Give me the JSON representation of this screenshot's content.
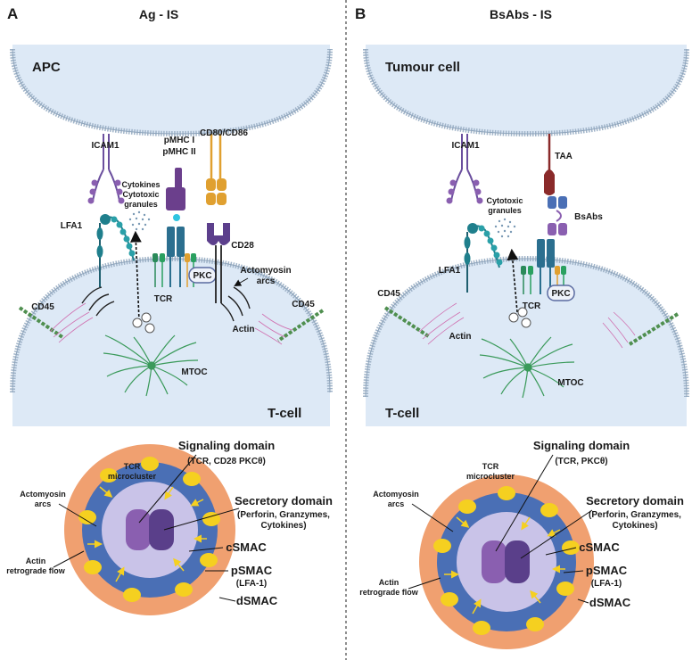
{
  "colors": {
    "cell_fill": "#dde9f6",
    "membrane": "#9fb3c8",
    "dsmac": "#f0a070",
    "psmac": "#4a6fb5",
    "csmac": "#c9c3e8",
    "signal_left": "#8a5fb0",
    "signal_right": "#5a3f8a",
    "microcluster": "#f5d020",
    "icam": "#6b4f9e",
    "lfa": "#1f7f8c",
    "cd80": "#e0a030",
    "cd28": "#5c3f8c",
    "cd45": "#4f8f4f",
    "mhc": "#6b3f8c",
    "tcr": "#2b6f8f"
  },
  "panelA": {
    "letter": "A",
    "title": "Ag - IS",
    "top_cell": "APC",
    "bottom_cell": "T-cell",
    "labels": {
      "icam1": "ICAM1",
      "pmhc1": "pMHC I",
      "pmhc2": "pMHC II",
      "cd80": "CD80/CD86",
      "cytokines1": "Cytokines",
      "cytokines2": "Cytotoxic",
      "cytokines3": "granules",
      "lfa1": "LFA1",
      "cd28": "CD28",
      "actomyosin1": "Actomyosin",
      "actomyosin2": "arcs",
      "pkc": "PKC",
      "tcr": "TCR",
      "cd45_left": "CD45",
      "cd45_right": "CD45",
      "actin": "Actin",
      "mtoc": "MTOC"
    },
    "smac": {
      "signaling": "Signaling domain",
      "signaling_sub": "(TCR, CD28 PKCθ)",
      "tcr_micro1": "TCR",
      "tcr_micro2": "microcluster",
      "actomyosin1": "Actomyosin",
      "actomyosin2": "arcs",
      "secretory": "Secretory domain",
      "secretory_sub1": "(Perforin, Granzymes,",
      "secretory_sub2": "Cytokines)",
      "csmac": "cSMAC",
      "psmac": "pSMAC",
      "psmac_sub": "(LFA-1)",
      "dsmac": "dSMAC",
      "actin1": "Actin",
      "actin2": "retrograde flow"
    }
  },
  "panelB": {
    "letter": "B",
    "title": "BsAbs - IS",
    "top_cell": "Tumour cell",
    "bottom_cell": "T-cell",
    "labels": {
      "icam1": "ICAM1",
      "taa": "TAA",
      "bsabs": "BsAbs",
      "cytotoxic1": "Cytotoxic",
      "cytotoxic2": "granules",
      "lfa1": "LFA1",
      "cd45": "CD45",
      "pkc": "PKC",
      "tcr": "TCR",
      "actin": "Actin",
      "mtoc": "MTOC"
    },
    "smac": {
      "signaling": "Signaling domain",
      "signaling_sub": "(TCR, PKCθ)",
      "tcr_micro1": "TCR",
      "tcr_micro2": "microcluster",
      "actomyosin1": "Actomyosin",
      "actomyosin2": "arcs",
      "secretory": "Secretory domain",
      "secretory_sub1": "(Perforin, Granzymes,",
      "secretory_sub2": "Cytokines)",
      "csmac": "cSMAC",
      "psmac": "pSMAC",
      "psmac_sub": "(LFA-1)",
      "dsmac": "dSMAC",
      "actin1": "Actin",
      "actin2": "retrograde flow"
    }
  }
}
